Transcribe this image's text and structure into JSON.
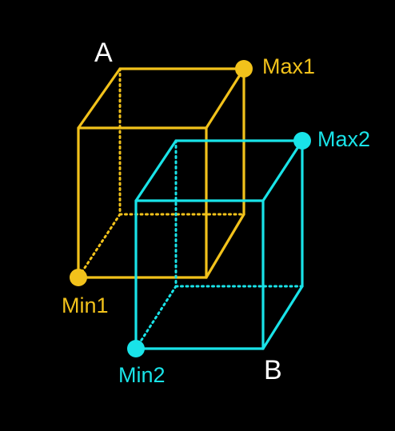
{
  "colors": {
    "background": "#000000",
    "box_a": "#f2c21b",
    "box_b": "#19e3e8",
    "label_text": "#ffffff"
  },
  "boxes": [
    {
      "id": "a",
      "label": "A",
      "color": "#f2c21b",
      "min_label": "Min1",
      "max_label": "Max1"
    },
    {
      "id": "b",
      "label": "B",
      "color": "#19e3e8",
      "min_label": "Min2",
      "max_label": "Max2"
    }
  ]
}
